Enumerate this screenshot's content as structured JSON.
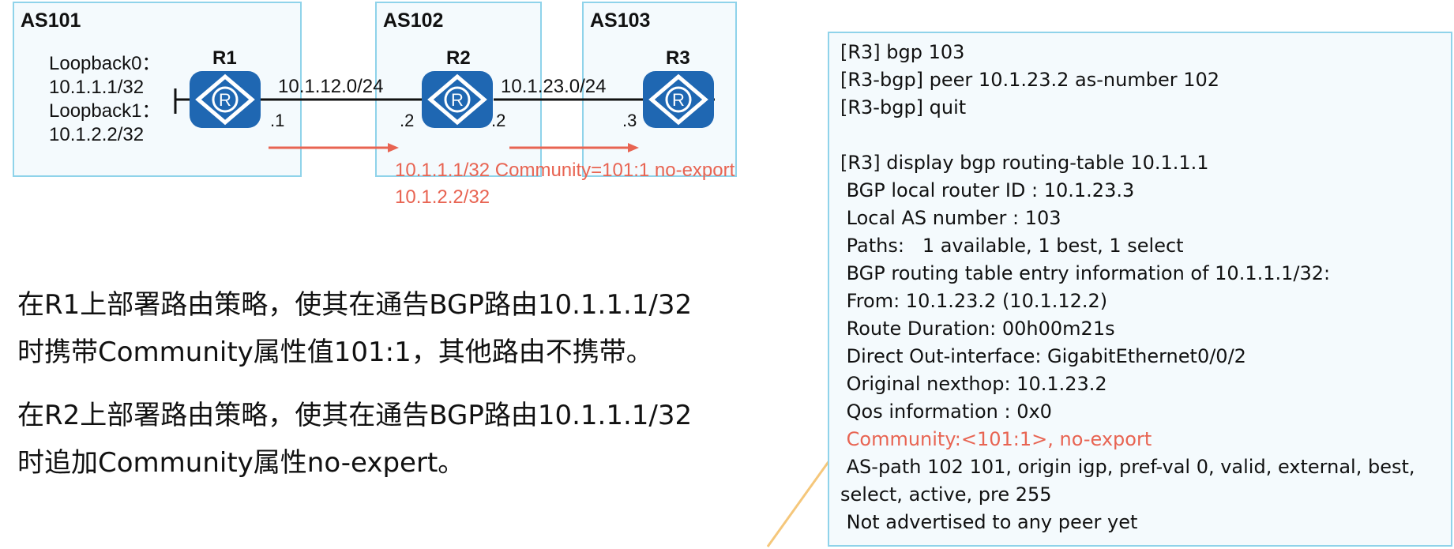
{
  "topology": {
    "as101": {
      "title": "AS101",
      "loopbacks": "Loopback0：\n10.1.1.1/32\nLoopback1：\n10.1.2.2/32"
    },
    "as102": {
      "title": "AS102"
    },
    "as103": {
      "title": "AS103"
    },
    "routers": {
      "r1": "R1",
      "r2": "R2",
      "r3": "R3"
    },
    "links": {
      "r1_r2_network": "10.1.12.0/24",
      "r2_r3_network": "10.1.23.0/24",
      "r1_if": ".1",
      "r2_left_if": ".2",
      "r2_right_if": ".2",
      "r3_if": ".3"
    },
    "annotation": {
      "route1": "10.1.1.1/32 Community=101:1 no-export",
      "route2": "10.1.2.2/32"
    },
    "colors": {
      "as_border": "#8fd3ea",
      "router": "#1f67b2",
      "arrow": "#e86452",
      "callout_arrow": "#f5c77b"
    }
  },
  "description": {
    "para1_line1": "在R1上部署路由策略，使其在通告BGP路由10.1.1.1/32",
    "para1_line2": "时携带Community属性值101:1，其他路由不携带。",
    "para2_line1": "在R2上部署路由策略，使其在通告BGP路由10.1.1.1/32",
    "para2_line2": "时追加Community属性no-expert。"
  },
  "cli": {
    "lines": [
      "[R3] bgp 103",
      "[R3-bgp] peer 10.1.23.2 as-number 102",
      "[R3-bgp] quit",
      "",
      "[R3] display bgp routing-table 10.1.1.1",
      " BGP local router ID : 10.1.23.3",
      " Local AS number : 103",
      " Paths:   1 available, 1 best, 1 select",
      " BGP routing table entry information of 10.1.1.1/32:",
      " From: 10.1.23.2 (10.1.12.2)",
      " Route Duration: 00h00m21s",
      " Direct Out-interface: GigabitEthernet0/0/2",
      " Original nexthop: 10.1.23.2",
      " Qos information : 0x0",
      " Community:<101:1>, no-export",
      " AS-path 102 101, origin igp, pref-val 0, valid, external, best,",
      "select, active, pre 255",
      " Not advertised to any peer yet"
    ]
  }
}
